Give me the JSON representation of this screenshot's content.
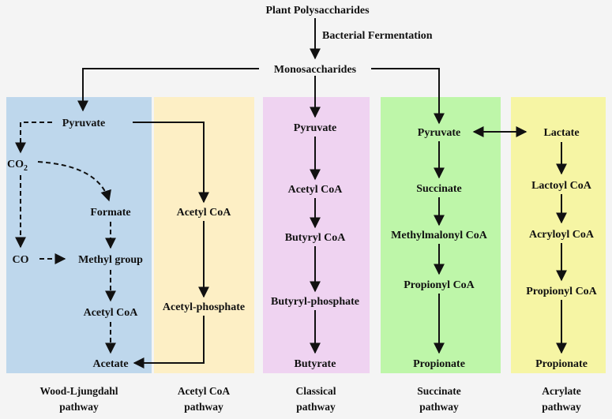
{
  "top": {
    "source": "Plant Polysaccharides",
    "process": "Bacterial Fermentation",
    "intermediate": "Monosaccharides"
  },
  "colors": {
    "background": "#f4f4f4",
    "wood_ljungdahl": "#bed7ec",
    "acetyl_coa": "#fdefc5",
    "classical": "#efd3f1",
    "succinate": "#bef6a9",
    "acrylate": "#f6f5a4",
    "arrow": "#111111"
  },
  "wood_ljungdahl": {
    "pyruvate": "Pyruvate",
    "co2_base": "CO",
    "co2_sub": "2",
    "formate": "Formate",
    "co": "CO",
    "methyl": "Methyl group",
    "acetyl_coa": "Acetyl CoA",
    "acetate": "Acetate",
    "caption_line1": "Wood-Ljungdahl",
    "caption_line2": "pathway"
  },
  "acetyl_coa_pathway": {
    "acetyl_coa": "Acetyl CoA",
    "acetyl_phosphate": "Acetyl-phosphate",
    "caption_line1": "Acetyl CoA",
    "caption_line2": "pathway"
  },
  "classical": {
    "pyruvate": "Pyruvate",
    "acetyl_coa": "Acetyl CoA",
    "butyryl_coa": "Butyryl CoA",
    "butyryl_phosphate": "Butyryl-phosphate",
    "butyrate": "Butyrate",
    "caption_line1": "Classical",
    "caption_line2": "pathway"
  },
  "succinate": {
    "pyruvate": "Pyruvate",
    "succinate": "Succinate",
    "methylmalonyl_coa": "Methylmalonyl CoA",
    "propionyl_coa": "Propionyl CoA",
    "propionate": "Propionate",
    "caption_line1": "Succinate",
    "caption_line2": "pathway"
  },
  "acrylate": {
    "lactate": "Lactate",
    "lactoyl_coa": "Lactoyl CoA",
    "acryloyl_coa": "Acryloyl CoA",
    "propionyl_coa": "Propionyl CoA",
    "propionate": "Propionate",
    "caption_line1": "Acrylate",
    "caption_line2": "pathway"
  }
}
